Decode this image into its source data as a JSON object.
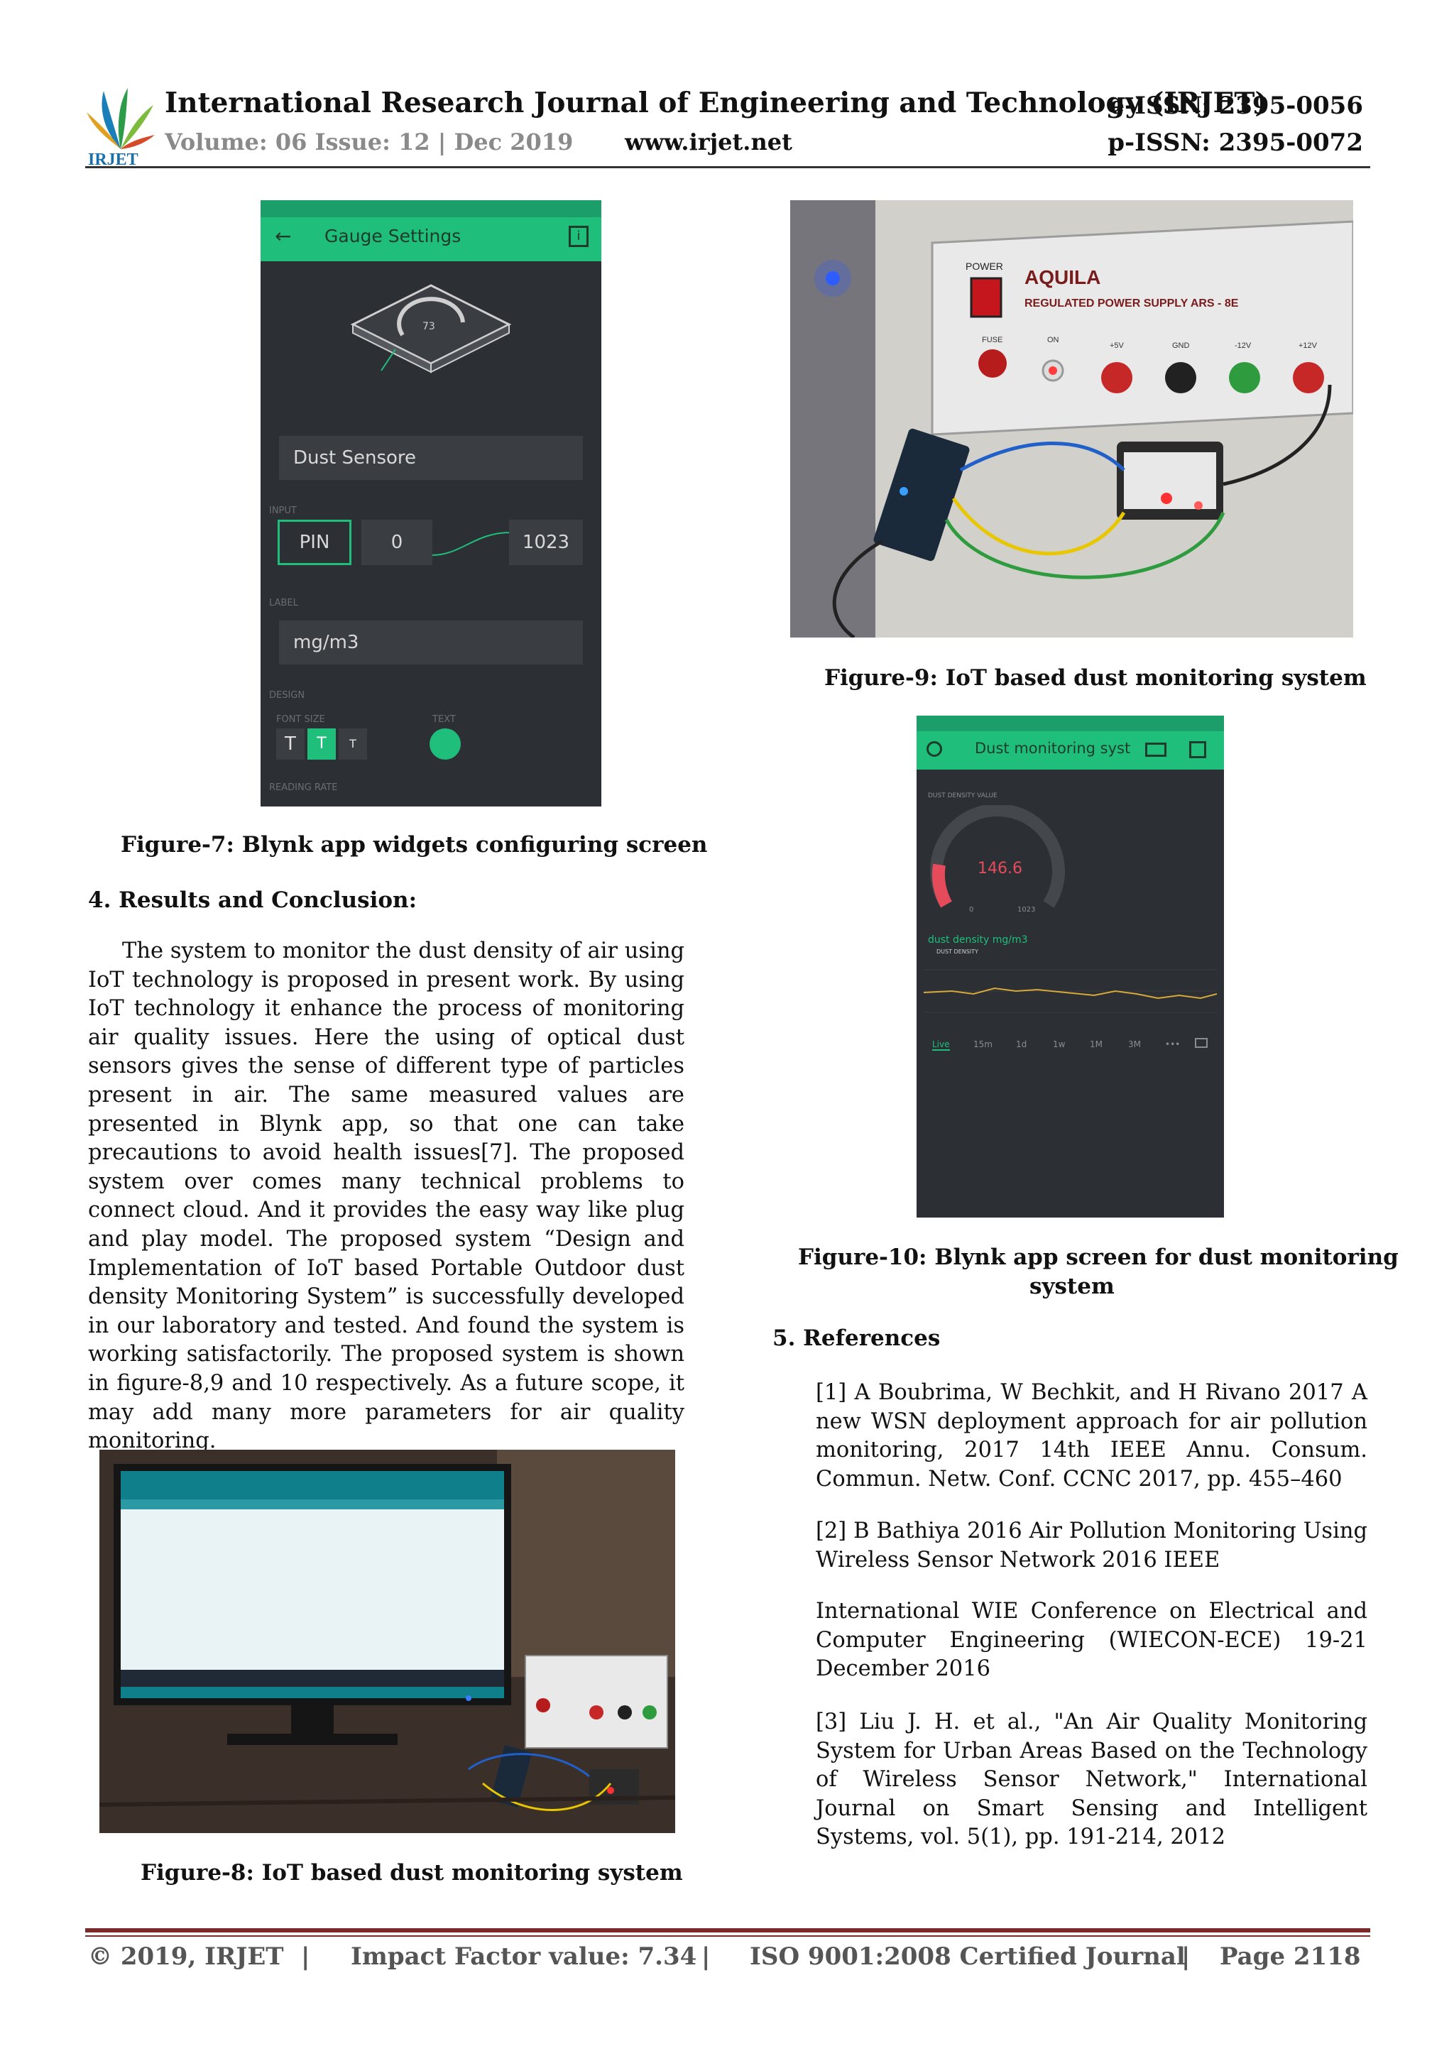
{
  "header": {
    "journal_title": "International Research Journal of Engineering and Technology (IRJET)",
    "volume_line": "Volume: 06 Issue: 12 | Dec 2019",
    "website": "www.irjet.net",
    "eissn": "e-ISSN: 2395-0056",
    "pissn": "p-ISSN: 2395-0072",
    "logo_text": "IRJET"
  },
  "figures": {
    "fig7": {
      "caption": "Figure-7: Blynk app widgets configuring screen",
      "screen": {
        "title": "Gauge Settings",
        "name_field": "Dust Sensore",
        "input_label": "INPUT",
        "pin_label": "PIN",
        "min_value": "0",
        "max_value": "1023",
        "label_label": "LABEL",
        "unit_field": "mg/m3",
        "design_label": "DESIGN",
        "font_size_label": "FONT SIZE",
        "color_label": "TEXT",
        "reading_label": "READING RATE",
        "gauge_value": "73"
      }
    },
    "fig8": {
      "caption": "Figure-8: IoT based dust monitoring system"
    },
    "fig9": {
      "caption": "Figure-9: IoT based dust monitoring system",
      "panel_brand": "AQUILA",
      "panel_subtitle": "REGULATED POWER SUPPLY ARS - 8E",
      "power_label": "POWER",
      "fuse_label": "FUSE",
      "terminal_labels": [
        "ON",
        "+5V",
        "GND",
        "-12V",
        "+12V"
      ]
    },
    "fig10": {
      "caption_line1": "Figure-10: Blynk app screen for dust monitoring",
      "caption_line2": "system",
      "screen": {
        "title": "Dust monitoring syst",
        "gauge_label": "DUST DENSITY VALUE",
        "gauge_value": "146.6",
        "gauge_min": "0",
        "gauge_max": "1023",
        "chart_title": "dust density mg/m3",
        "chart_legend": "DUST DENSITY",
        "tabs": [
          "Live",
          "15m",
          "1d",
          "1w",
          "1M",
          "3M",
          "•••"
        ]
      }
    }
  },
  "section4": {
    "heading": "4.   Results and Conclusion:",
    "paragraph": "The system to monitor the dust density of air using IoT technology is proposed in present work.  By using IoT technology it enhance the process of monitoring air quality issues. Here the using of optical dust sensors gives the sense of different type of particles present in air. The same measured values are presented in Blynk app, so that one can take precautions to avoid health issues[7]. The proposed system over comes many technical problems to connect cloud.  And it provides the easy way like plug and play model. The proposed system “Design and Implementation of IoT based Portable Outdoor dust density Monitoring System” is successfully developed in our laboratory and tested. And found the system is working satisfactorily. The proposed system is shown in figure-8,9 and 10 respectively. As a future scope, it may add many more parameters for air quality monitoring."
  },
  "section5": {
    "heading": "5. References",
    "refs": [
      "[1] A Boubrima, W Bechkit, and H Rivano 2017 A new WSN deployment approach for air pollution monitoring, 2017 14th IEEE Annu. Consum. Commun. Netw. Conf. CCNC 2017, pp. 455–460",
      "[2] B Bathiya 2016 Air Pollution  Monitoring  Using Wireless  Sensor  Network 2016  IEEE",
      "International WIE Conference on Electrical and Computer Engineering (WIECON-ECE) 19-21 December 2016",
      "[3] Liu J. H. et al., \"An Air Quality Monitoring System for Urban Areas Based on the Technology of Wireless Sensor Network,\" International Journal on Smart Sensing and Intelligent Systems, vol. 5(1), pp. 191-214, 2012"
    ]
  },
  "footer": {
    "copyright": "© 2019, IRJET",
    "sep": "|",
    "impact": "Impact Factor value: 7.34",
    "iso": "ISO 9001:2008 Certified Journal",
    "page": "Page 2118"
  },
  "colors": {
    "blynk_green": "#1fbf7b",
    "blynk_dark": "#2c2f33",
    "footer_rule": "#7b2a2a"
  }
}
